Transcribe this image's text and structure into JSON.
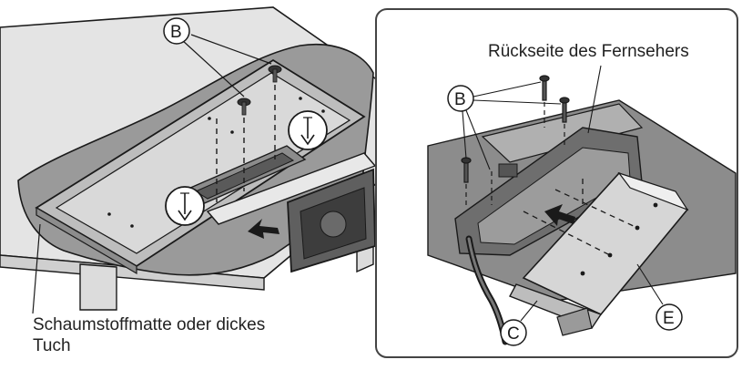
{
  "left_panel": {
    "foam_mat_label_line1": "Schaumstoffmatte oder dickes",
    "foam_mat_label_line2": "Tuch",
    "screw_callout": "B"
  },
  "right_panel": {
    "tv_back_label": "Rückseite des Fernsehers",
    "screw_callout": "B",
    "part_c_callout": "C",
    "part_e_callout": "E"
  },
  "colors": {
    "line": "#1a1a1a",
    "tv_back": "#8c8c8c",
    "tv_back_dark": "#6e6e6e",
    "cloth": "#9a9a9a",
    "table": "#e4e4e4",
    "bracket": "#d6d6d6",
    "panel_border": "#444444"
  }
}
